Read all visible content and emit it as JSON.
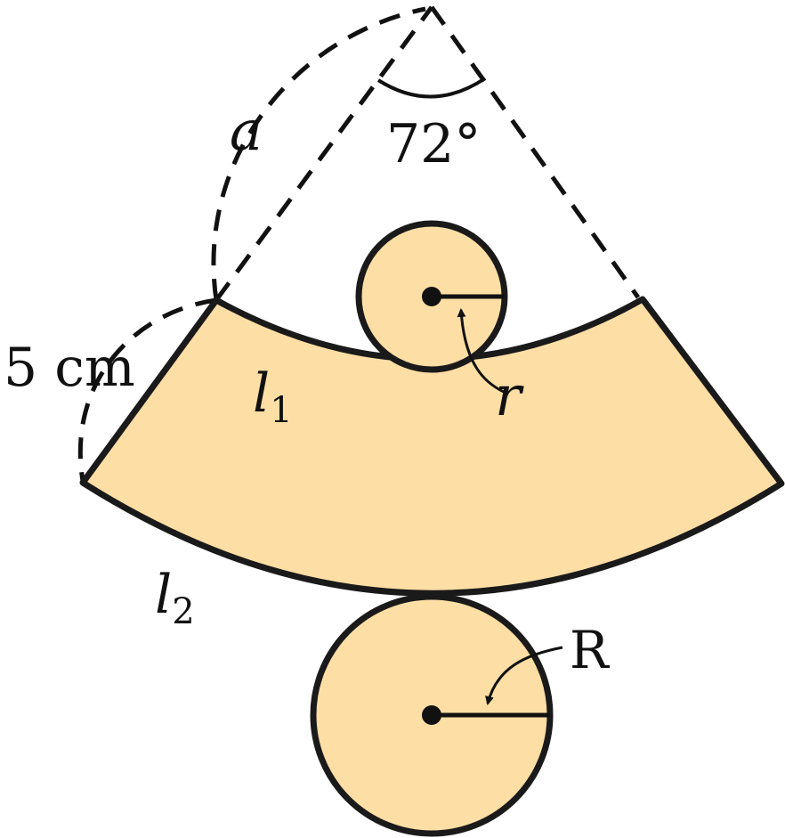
{
  "colors": {
    "fill": "#fddea5",
    "stroke": "#1a1a1a",
    "background": "#ffffff"
  },
  "labels": {
    "slant_height": "a",
    "angle": "72°",
    "frustum_slant": "5 cm",
    "inner_arc": "l",
    "inner_arc_sub": "1",
    "outer_arc": "l",
    "outer_arc_sub": "2",
    "small_radius": "r",
    "large_radius": "R"
  }
}
